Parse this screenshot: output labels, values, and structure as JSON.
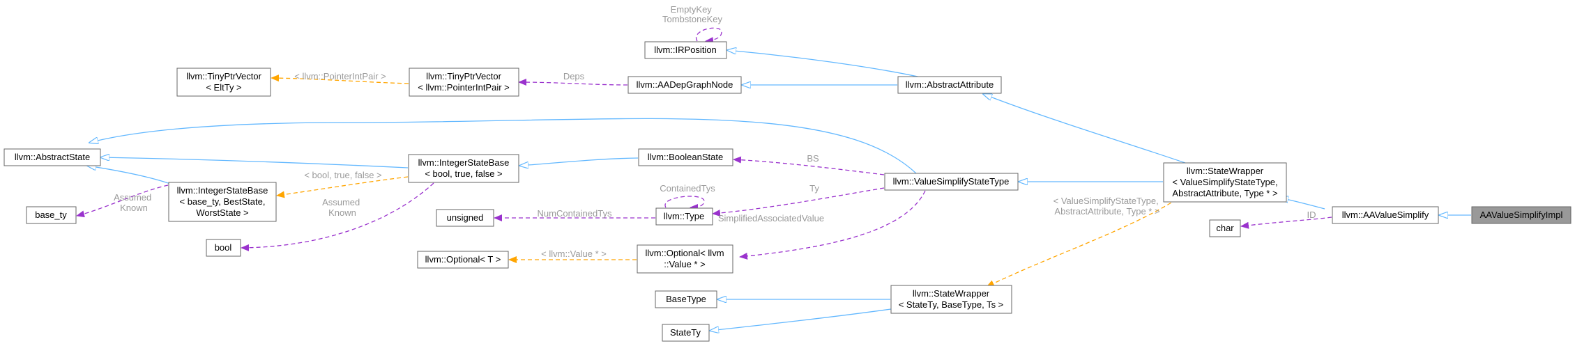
{
  "nodes": {
    "llvm_irposition": [
      "llvm::IRPosition"
    ],
    "llvm_abstractattribute": [
      "llvm::AbstractAttribute"
    ],
    "llvm_aadepgraphnode": [
      "llvm::AADepGraphNode"
    ],
    "llvm_tinyptrvector_pip": [
      "llvm::TinyPtrVector",
      "< llvm::PointerIntPair >"
    ],
    "llvm_tinyptrvector_eltty": [
      "llvm::TinyPtrVector",
      "< EltTy >"
    ],
    "llvm_abstractstate": [
      "llvm::AbstractState"
    ],
    "llvm_integerstatebase_bool": [
      "llvm::IntegerStateBase",
      "< bool, true, false >"
    ],
    "llvm_integerstatebase_generic": [
      "llvm::IntegerStateBase",
      "< base_ty, BestState,",
      "WorstState >"
    ],
    "base_ty": [
      "base_ty"
    ],
    "bool": [
      "bool"
    ],
    "unsigned": [
      "unsigned"
    ],
    "llvm_booleanstate": [
      "llvm::BooleanState"
    ],
    "llvm_type": [
      "llvm::Type"
    ],
    "llvm_optional_t": [
      "llvm::Optional< T >"
    ],
    "llvm_optional_value": [
      "llvm::Optional< llvm",
      "::Value * >"
    ],
    "llvm_valuesimplifystatetype": [
      "llvm::ValueSimplifyStateType"
    ],
    "llvm_statewrapper_vsst": [
      "llvm::StateWrapper",
      "< ValueSimplifyStateType,",
      "AbstractAttribute, Type * >"
    ],
    "llvm_statewrapper_generic": [
      "llvm::StateWrapper",
      "< StateTy, BaseType, Ts >"
    ],
    "basetype": [
      "BaseType"
    ],
    "statety": [
      "StateTy"
    ],
    "char": [
      "char"
    ],
    "llvm_aavaluesimplify": [
      "llvm::AAValueSimplify"
    ],
    "aavaluesimplifyimpl": [
      "AAValueSimplifyImpl"
    ]
  },
  "edge_labels": {
    "irposition_self": [
      "EmptyKey",
      "TombstoneKey"
    ],
    "deps": [
      "Deps"
    ],
    "pointerintpair": [
      "< llvm::PointerIntPair >"
    ],
    "bool_true_false": [
      "< bool, true, false >"
    ],
    "assumed_known_1": [
      "Assumed",
      "Known"
    ],
    "assumed_known_2": [
      "Assumed",
      "Known"
    ],
    "bs": [
      "BS"
    ],
    "ty": [
      "Ty"
    ],
    "contained_tys": [
      "ContainedTys"
    ],
    "num_contained_tys": [
      "NumContainedTys"
    ],
    "simplified_associated_value": [
      "SimplifiedAssociatedValue"
    ],
    "llvm_value_ptr": [
      "< llvm::Value * >"
    ],
    "vsst_template": [
      "< ValueSimplifyStateType,",
      "AbstractAttribute, Type * >"
    ],
    "id": [
      "ID"
    ]
  },
  "colors": {
    "inheritance": "#63b8ff",
    "usage": "#9a32cd",
    "template": "#ffa500",
    "focus_fill": "#999999",
    "label": "#9a9a9a"
  }
}
